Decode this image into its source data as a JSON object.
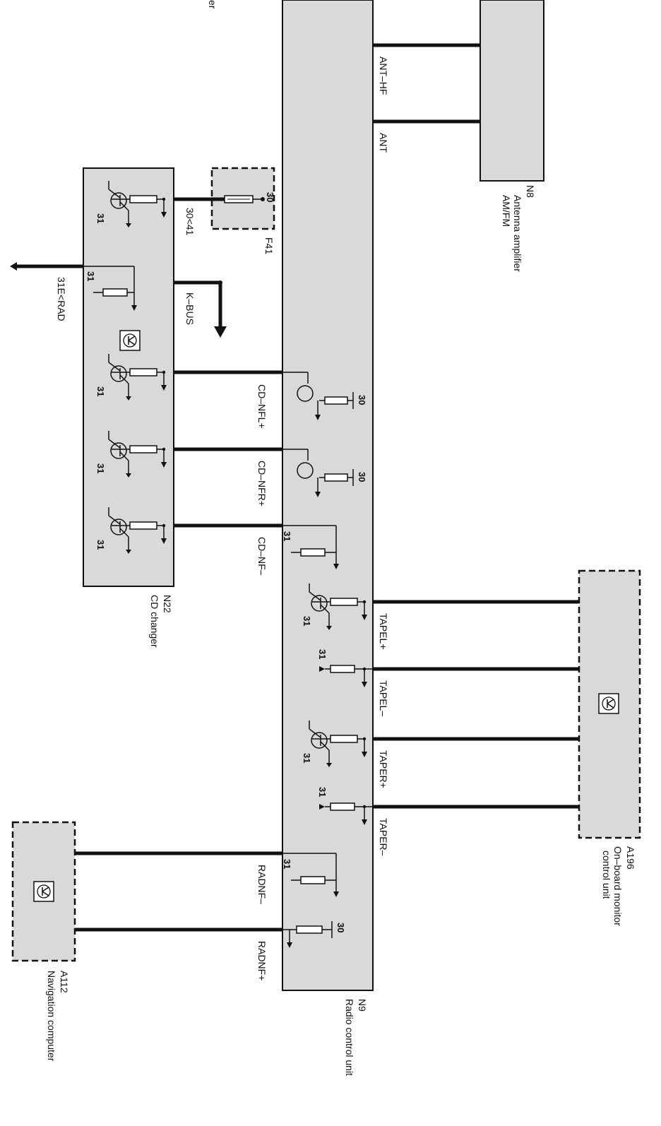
{
  "components": {
    "n9": {
      "code": "N9",
      "name": "Radio control unit"
    },
    "n8": {
      "code": "N8",
      "name_line1": "Antenna amplifier",
      "name_line2": "AM/FM"
    },
    "n22": {
      "code": "N22",
      "name": "CD changer"
    },
    "a196": {
      "code": "A196",
      "name_line1": "On–board monitor",
      "name_line2": "control unit"
    },
    "a112": {
      "code": "A112",
      "name": "Navigation computer"
    },
    "f41": {
      "code": "F41",
      "pin": "30"
    }
  },
  "signals": {
    "ant_hf": "ANT–HF",
    "ant": "ANT",
    "k_bus": "K–BUS",
    "cd_nfl_plus": "CD–NFL+",
    "cd_nfr_plus": "CD–NFR+",
    "cd_nf_minus": "CD–NF–",
    "tapel_plus": "TAPEL+",
    "tapel_minus": "TAPEL–",
    "taper_plus": "TAPER+",
    "taper_minus": "TAPER–",
    "radnf_minus": "RADNF–",
    "radnf_plus": "RADNF+",
    "w30_41": "30<41",
    "w31e_rad": "31E<RAD"
  },
  "terminals": {
    "t30": "30",
    "t31": "31"
  },
  "truncated_label": "er"
}
